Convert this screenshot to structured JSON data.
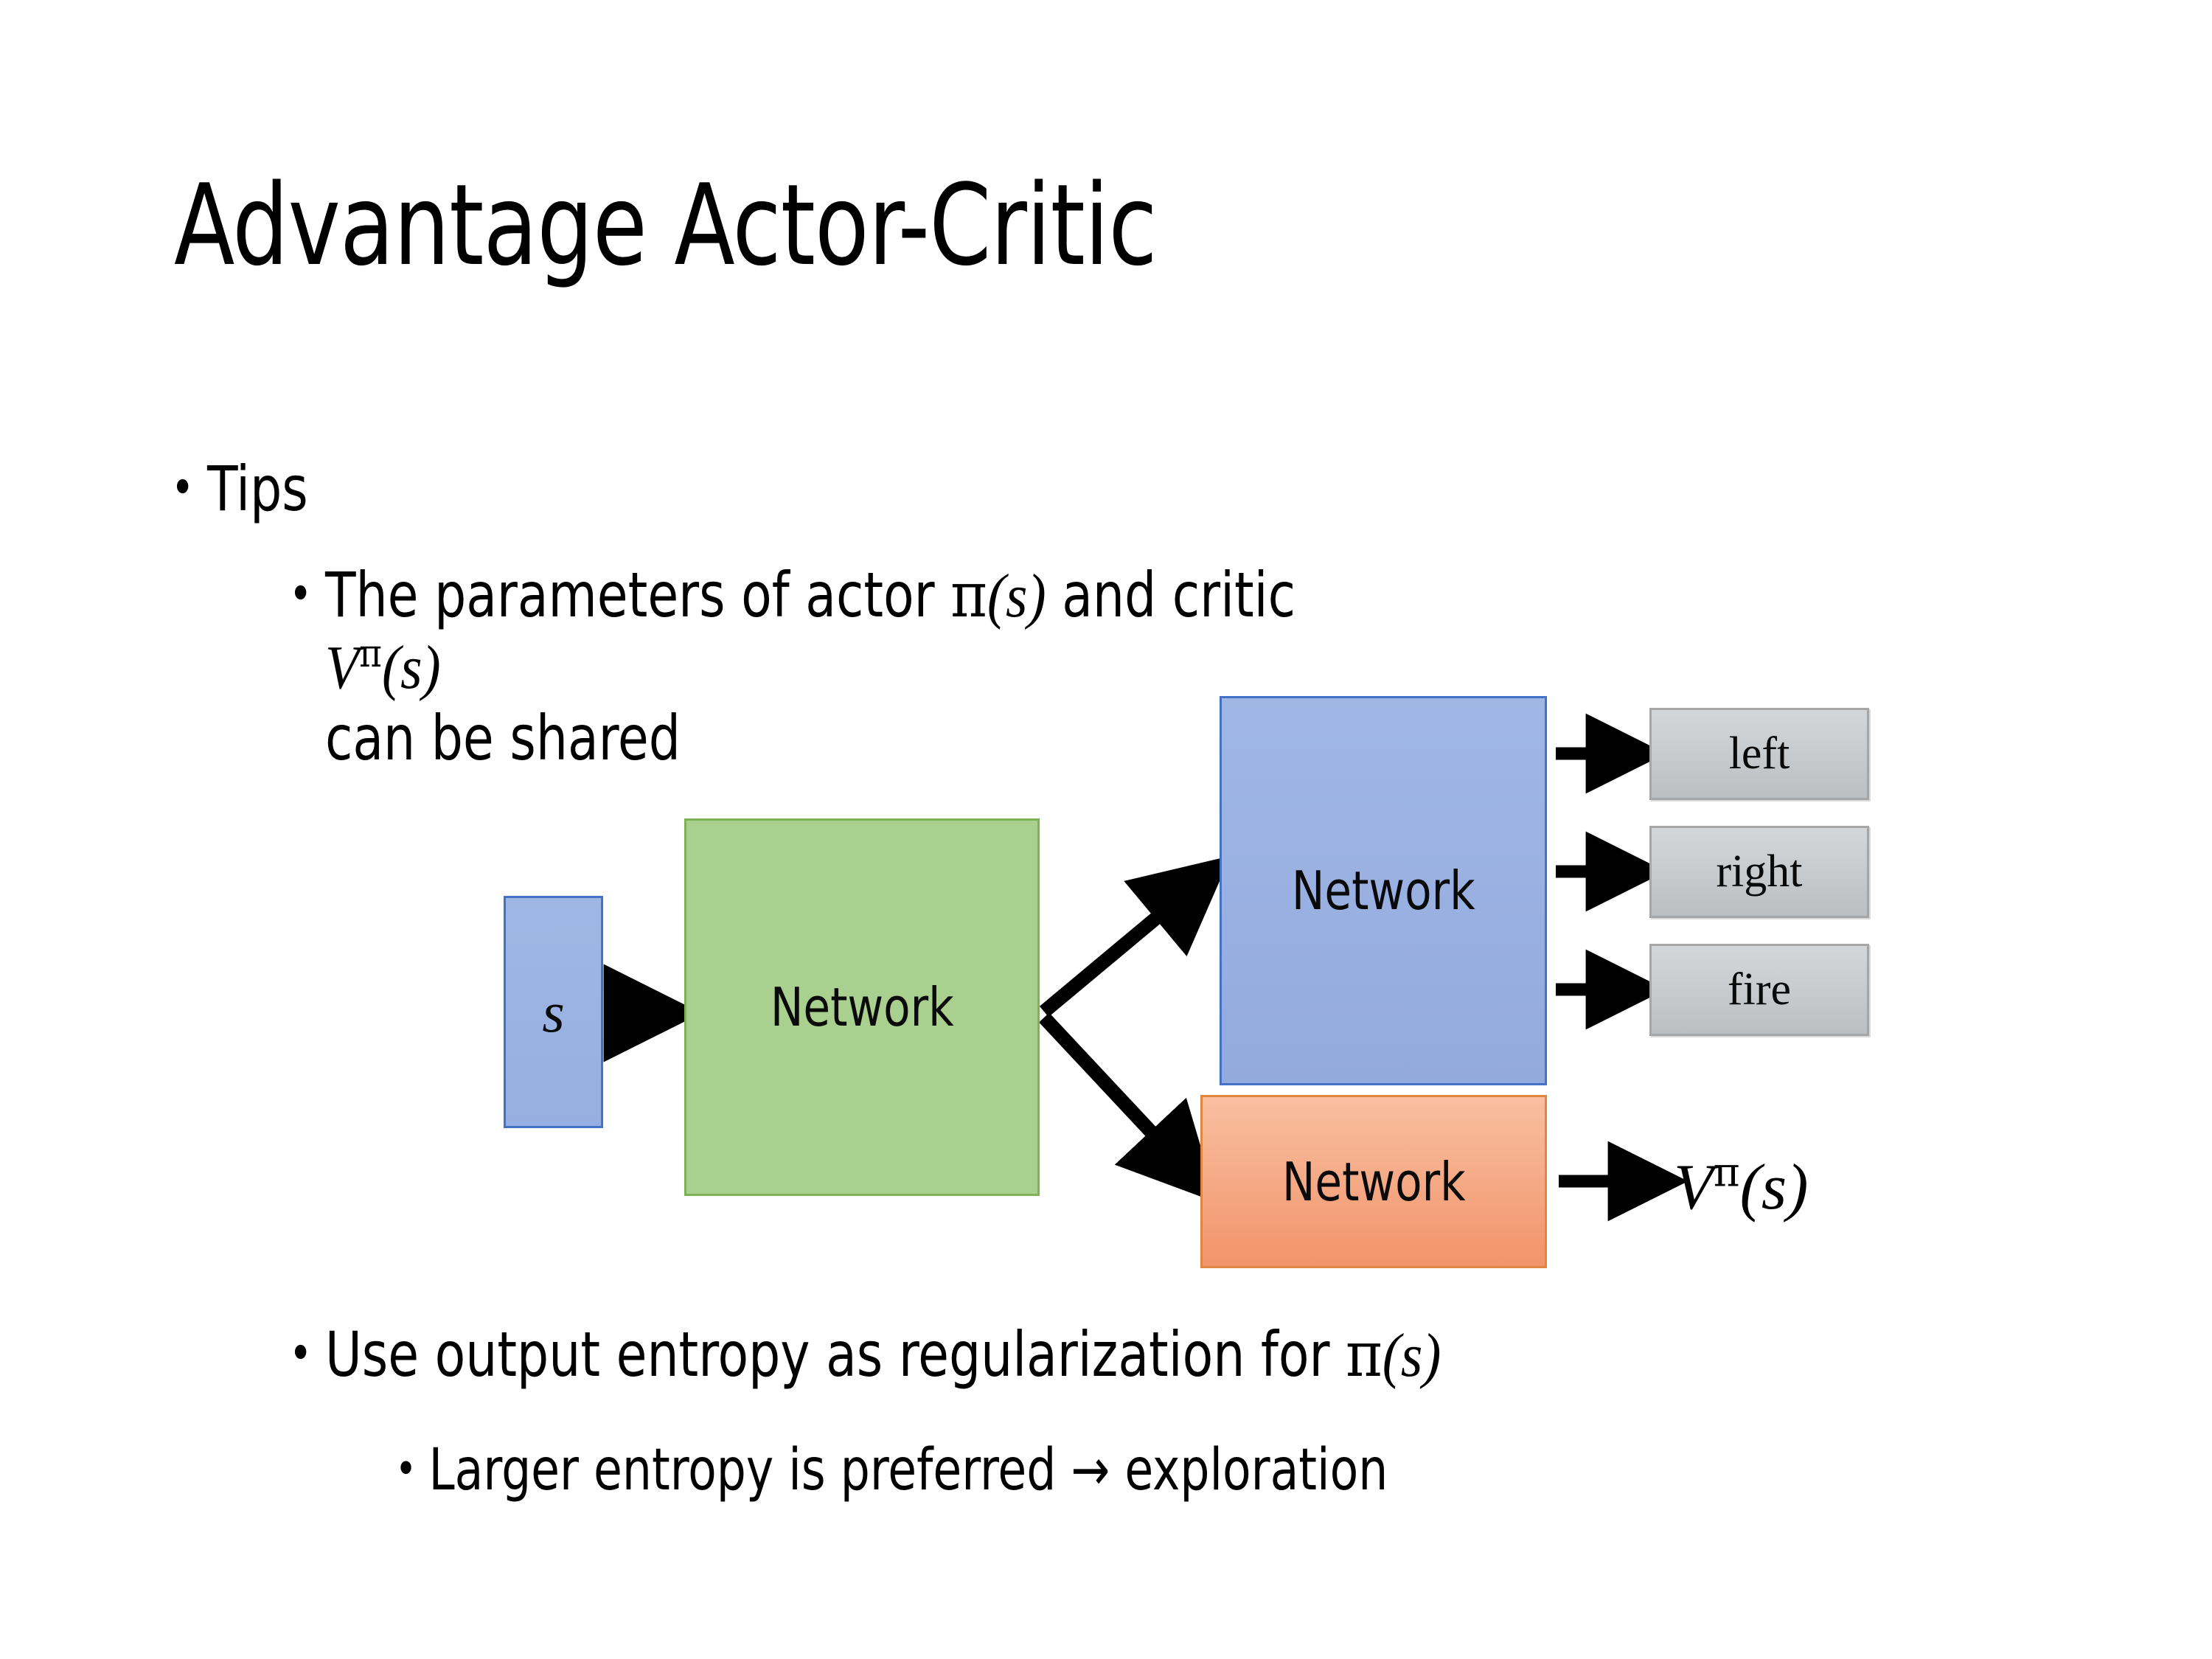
{
  "slide": {
    "title": "Advantage Actor-Critic",
    "background": "#ffffff"
  },
  "bullets": {
    "tips": {
      "marker": "•",
      "text": "Tips"
    },
    "shared": {
      "marker": "•",
      "pre": "The parameters of actor ",
      "math_actor_pi": "π",
      "math_actor_args": "(s)",
      "mid": "  and critic ",
      "math_critic_v": "V",
      "math_critic_sup": "π",
      "math_critic_args": "(s)",
      "post": "can be shared",
      "full_text": "The parameters of actor π(s)  and critic Vπ(s) can be shared"
    },
    "entropy": {
      "marker": "•",
      "pre": "Use output entropy as regularization for ",
      "math_pi": "π",
      "math_args": "(s)",
      "full_text": "Use output entropy as regularization for π(s)"
    },
    "larger": {
      "marker": "•",
      "text": "Larger entropy is preferred → exploration"
    }
  },
  "diagram": {
    "input_box": {
      "label": "s",
      "fill": "#9AB4E0",
      "border": "#4472C4"
    },
    "shared_network": {
      "label": "Network",
      "fill": "#A9D08E",
      "border": "#70AD47"
    },
    "actor_network": {
      "label": "Network",
      "fill": "#9AB4E0",
      "border": "#4472C4"
    },
    "critic_network": {
      "label": "Network",
      "fill": "#F4A27A",
      "border": "#ED8B3C"
    },
    "action_boxes": [
      {
        "label": "left",
        "fill": "#C9CDD0",
        "border": "#A6A6A6"
      },
      {
        "label": "right",
        "fill": "#C9CDD0",
        "border": "#A6A6A6"
      },
      {
        "label": "fire",
        "fill": "#C9CDD0",
        "border": "#A6A6A6"
      }
    ],
    "critic_output": {
      "v": "V",
      "sup": "π",
      "args": "(s)"
    },
    "arrow_color": "#000000"
  }
}
